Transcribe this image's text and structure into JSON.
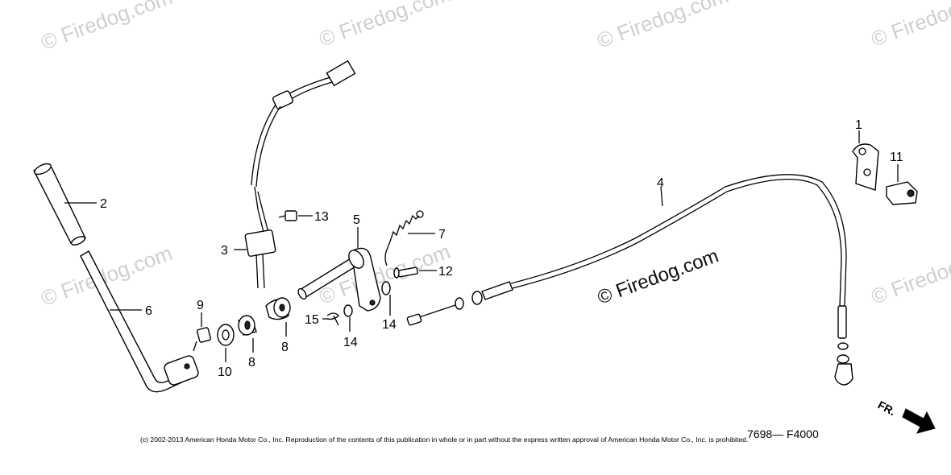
{
  "watermarks": {
    "tile_text": "© Firedog.com",
    "center_text": "© Firedog.com"
  },
  "callouts": {
    "c1": "1",
    "c2": "2",
    "c3": "3",
    "c4": "4",
    "c5": "5",
    "c6": "6",
    "c7": "7",
    "c8": "8",
    "c9": "9",
    "c10": "10",
    "c11": "11",
    "c12": "12",
    "c13": "13",
    "c14a": "14",
    "c14b": "14",
    "c15": "15"
  },
  "diagram_code": "7698— F4000",
  "copyright": "(c) 2002-2013 American Honda Motor Co., Inc. Reproduction of the contents of this publication in whole or in part without the express written approval of American Honda Motor Co., Inc. is prohibited.",
  "direction_label": "FR."
}
